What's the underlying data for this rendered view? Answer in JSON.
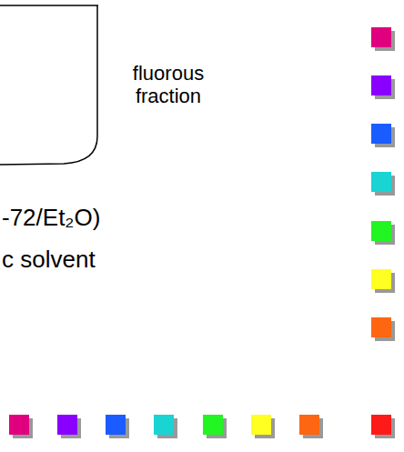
{
  "diagram": {
    "labels": [
      "fluorous fraction",
      "-72/Et₂O)",
      "c solvent"
    ]
  }
}
